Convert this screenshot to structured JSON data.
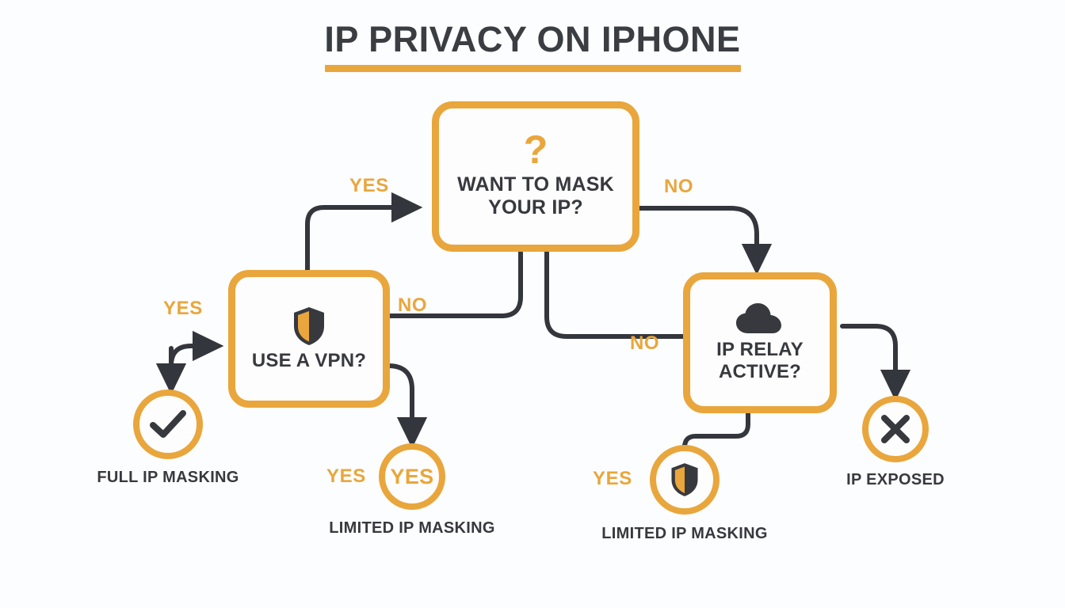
{
  "title": {
    "text": "IP PRIVACY ON IPHONE"
  },
  "colors": {
    "accent": "#e9a63c",
    "dark": "#37393e",
    "background": "#fcfdfe"
  },
  "nodes": [
    {
      "id": "mask-ip",
      "icon": "question-mark-icon",
      "icon_glyph": "?",
      "label": "WANT TO MASK\nYOUR IP?",
      "line1": "WANT TO MASK",
      "line2": "YOUR IP?"
    },
    {
      "id": "use-vpn",
      "icon": "shield-icon",
      "label": "USE A VPN?"
    },
    {
      "id": "ip-relay",
      "icon": "cloud-icon",
      "line1": "IP RELAY",
      "line2": "ACTIVE?"
    }
  ],
  "outcomes": [
    {
      "id": "full-ip-masking",
      "icon": "check-icon",
      "label": "FULL IP MASKING"
    },
    {
      "id": "limited-ip-masking-vpn",
      "icon": "yes-text-icon",
      "circle_text": "YES",
      "label": "LIMITED IP MASKING"
    },
    {
      "id": "limited-ip-masking-relay",
      "icon": "shield-icon",
      "label": "LIMITED IP MASKING"
    },
    {
      "id": "ip-exposed",
      "icon": "cross-icon",
      "label": "IP EXPOSED"
    }
  ],
  "edge_labels": {
    "yes_top": "YES",
    "no_top": "NO",
    "no_vpn": "NO",
    "yes_vpn": "YES",
    "no_relay": "NO",
    "yes_limited_vpn": "YES",
    "yes_limited_relay": "YES"
  }
}
